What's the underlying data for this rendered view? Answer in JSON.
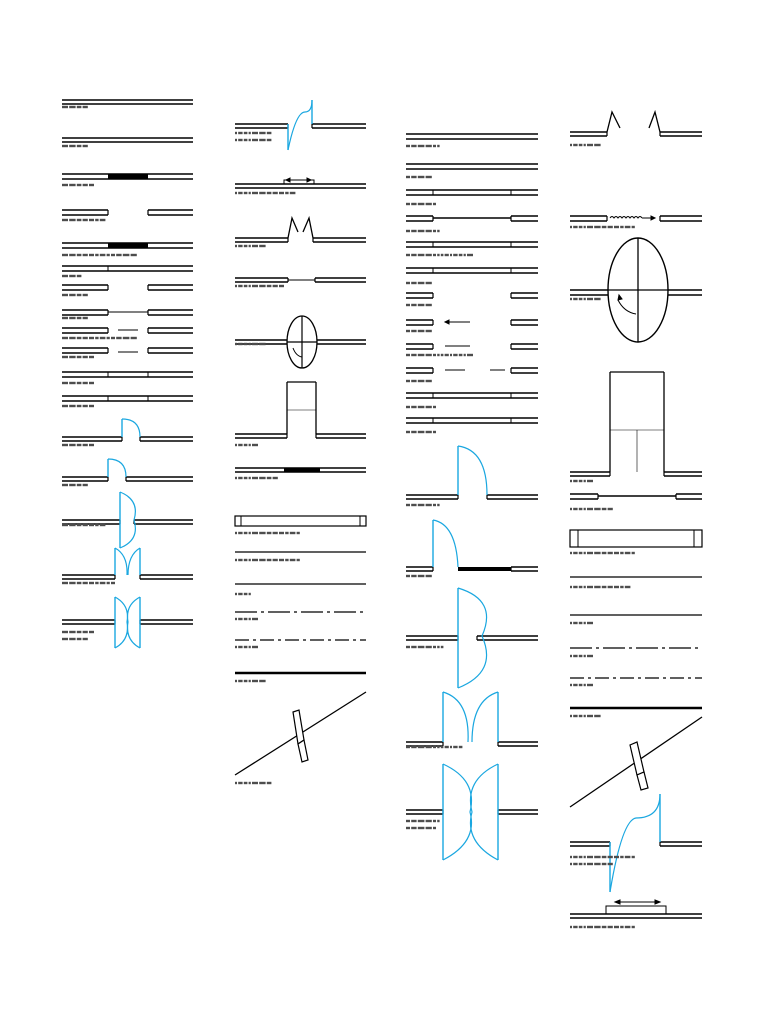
{
  "page": {
    "title": "",
    "background": "#ffffff"
  },
  "palette": {
    "ink": "#000000",
    "door_swing": "#1aa7e0"
  },
  "symbol_columns": [
    {
      "column": 1,
      "symbols": [
        "wall",
        "wall",
        "wall-band",
        "opening",
        "wall-band",
        "wall-band",
        "opening",
        "opening",
        "opening-arrows",
        "wall",
        "wall-band",
        "door-single",
        "door-single",
        "door-single",
        "door-double",
        "door-double"
      ]
    },
    {
      "column": 2,
      "symbols": [
        "door-s-curve",
        "slide-arrows",
        "bifold",
        "opening",
        "revolving",
        "frame",
        "wall-band",
        "frame",
        "rule",
        "rule",
        "dash-dot",
        "dash-dot",
        "thick-rule",
        "diagonal"
      ]
    },
    {
      "column": 3,
      "symbols": [
        "wall",
        "wall",
        "wall-band",
        "wall-band",
        "wall-band",
        "opening",
        "opening",
        "opening-arrows",
        "opening-arrows",
        "wall-band",
        "wall-band",
        "door-single",
        "door-single",
        "door-single",
        "door-double",
        "door-double"
      ]
    },
    {
      "column": 4,
      "symbols": [
        "bifold",
        "spring",
        "revolving",
        "frame",
        "wall-band",
        "frame",
        "rule",
        "rule",
        "dash-dot",
        "dash-dot",
        "thick-rule",
        "diagonal",
        "door-s-curve",
        "slide-arrows"
      ]
    }
  ]
}
